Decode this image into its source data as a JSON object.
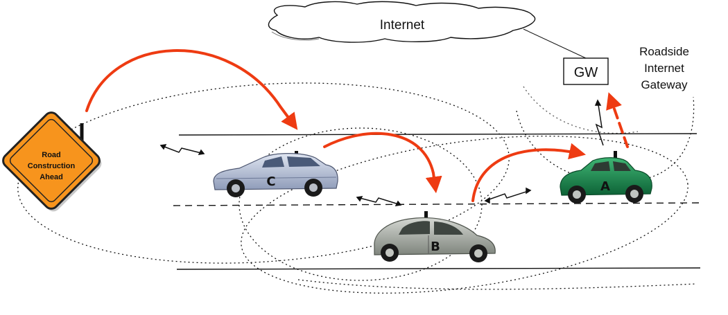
{
  "labels": {
    "internet": "Internet",
    "gateway_box": "GW",
    "gateway_caption": [
      "Roadside",
      "Internet",
      "Gateway"
    ],
    "sign": [
      "Road",
      "Construction",
      "Ahead"
    ]
  },
  "vehicles": [
    {
      "id": "C",
      "label": "C",
      "body_color": "#b7c3da"
    },
    {
      "id": "B",
      "label": "B",
      "body_color": "#a7aca6"
    },
    {
      "id": "A",
      "label": "A",
      "body_color": "#1e8a4f"
    }
  ],
  "colors": {
    "arrow": "#ee3b12",
    "sign_fill": "#f7941d",
    "road_line": "#111111"
  },
  "icons": [
    "cloud-icon",
    "road-sign-icon",
    "antenna-icon",
    "wireless-link-icon",
    "sedan-icon",
    "beetle-icon"
  ]
}
